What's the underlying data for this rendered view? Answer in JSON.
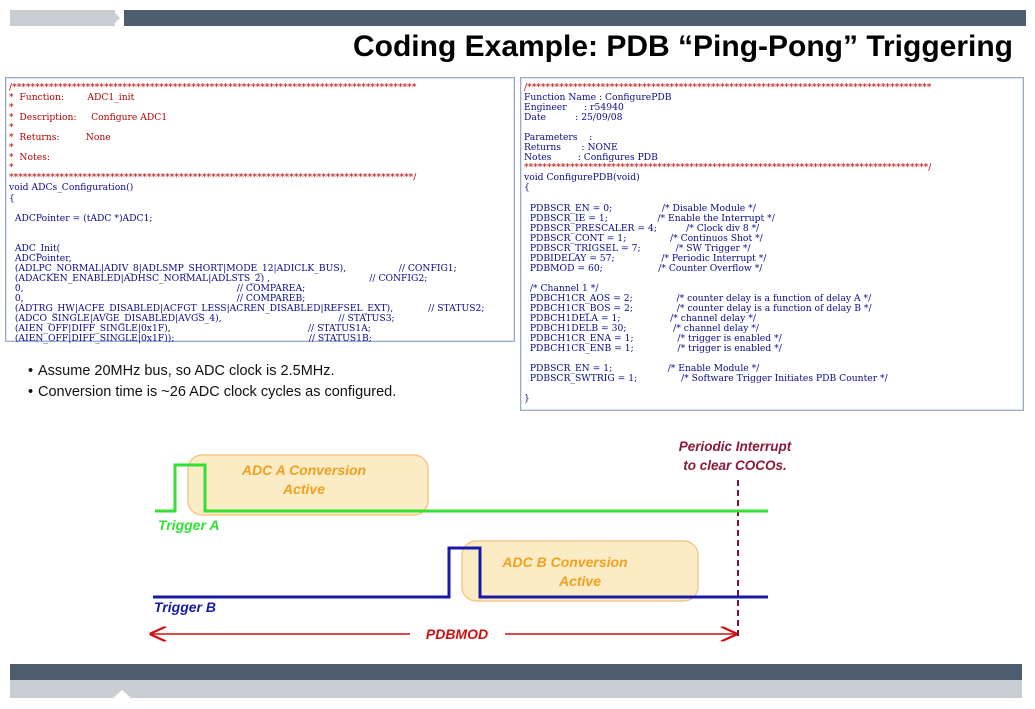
{
  "slide": {
    "title": "Coding Example: PDB “Ping-Pong” Triggering"
  },
  "left_code": {
    "lines": [
      "/****************************************************************************************",
      "*  Function:        ADC1_init",
      "*",
      "*  Description:     Configure ADC1",
      "*",
      "*  Returns:         None",
      "*",
      "*  Notes:",
      "*",
      "****************************************************************************************/",
      "void ADCs_Configuration()",
      "{",
      "",
      "  ADCPointer = (tADC *)ADC1;",
      "",
      "",
      "  ADC_Init(",
      "  ADCPointer,",
      "  (ADLPC_NORMAL|ADIV_8|ADLSMP_SHORT|MODE_12|ADICLK_BUS),                  // CONFIG1;",
      "  (ADACKEN_ENABLED|ADHSC_NORMAL|ADLSTS_2) ,                                  // CONFIG2;",
      "  0,                                                                         // COMPAREA;",
      "  0,                                                                         // COMPAREB;",
      "  (ADTRG_HW|ACFE_DISABLED|ACFGT_LESS|ACREN_DISABLED|REFSEL_EXT),            // STATUS2;",
      "  (ADCO_SINGLE|AVGE_DISABLED|AVGS_4),                                        // STATUS3;",
      "  (AIEN_OFF|DIFF_SINGLE|0x1F),                                               // STATUS1A;",
      "  (AIEN_OFF|DIFF_SINGLE|0x1F));                                              // STATUS1B;"
    ]
  },
  "right_code": {
    "lines": [
      "/****************************************************************************************",
      "Function Name : ConfigurePDB",
      "Engineer      : r54940",
      "Date          : 25/09/08",
      "",
      "Parameters    :",
      "Returns       : NONE",
      "Notes         : Configures PDB",
      "****************************************************************************************/",
      "void ConfigurePDB(void)",
      "{",
      "",
      "  PDBSCR_EN = 0;                 /* Disable Module */",
      "  PDBSCR_IE = 1;                 /* Enable the Interrupt */",
      "  PDBSCR_PRESCALER = 4;          /* Clock div 8 */",
      "  PDBSCR_CONT = 1;               /* Continuos Shot */",
      "  PDBSCR_TRIGSEL = 7;            /* SW Trigger */",
      "  PDBIDELAY = 57;                /* Periodic Interrupt */",
      "  PDBMOD = 60;                   /* Counter Overflow */",
      "",
      "  /* Channel 1 */",
      "  PDBCH1CR_AOS = 2;               /* counter delay is a function of delay A */",
      "  PDBCH1CR_BOS = 2;               /* counter delay is a function of delay B */",
      "  PDBCH1DELA = 1;                 /* channel delay */",
      "  PDBCH1DELB = 30;                /* channel delay */",
      "  PDBCH1CR_ENA = 1;               /* trigger is enabled */",
      "  PDBCH1CR_ENB = 1;               /* trigger is enabled */",
      "",
      "  PDBSCR_EN = 1;                   /* Enable Module */",
      "  PDBSCR_SWTRIG = 1;               /* Software Trigger Initiates PDB Counter */",
      "",
      "}"
    ]
  },
  "bullets": [
    "Assume 20MHz bus, so ADC clock is 2.5MHz.",
    "Conversion time is ~26 ADC clock cycles as configured."
  ],
  "diagram": {
    "interrupt_label_1": "Periodic Interrupt",
    "interrupt_label_2": "to clear COCOs.",
    "adc_a_label_1": "ADC A Conversion",
    "adc_a_label_2": "Active",
    "adc_b_label_1": "ADC B Conversion",
    "adc_b_label_2": "Active",
    "trigger_a_label": "Trigger A",
    "trigger_b_label": "Trigger B",
    "pdbmod_label": "PDBMOD",
    "colors": {
      "trigger_a": "#33e033",
      "trigger_b": "#1a1aa8",
      "conversion_box_fill": "#fcecc6",
      "conversion_box_border": "#f2c98a",
      "label_orange": "#f0a020",
      "interrupt_label": "#8a1a3a",
      "pdbmod_arrow": "#d01010",
      "pdbmod_label": "#cc1010",
      "interrupt_line": "#7a1030"
    }
  }
}
